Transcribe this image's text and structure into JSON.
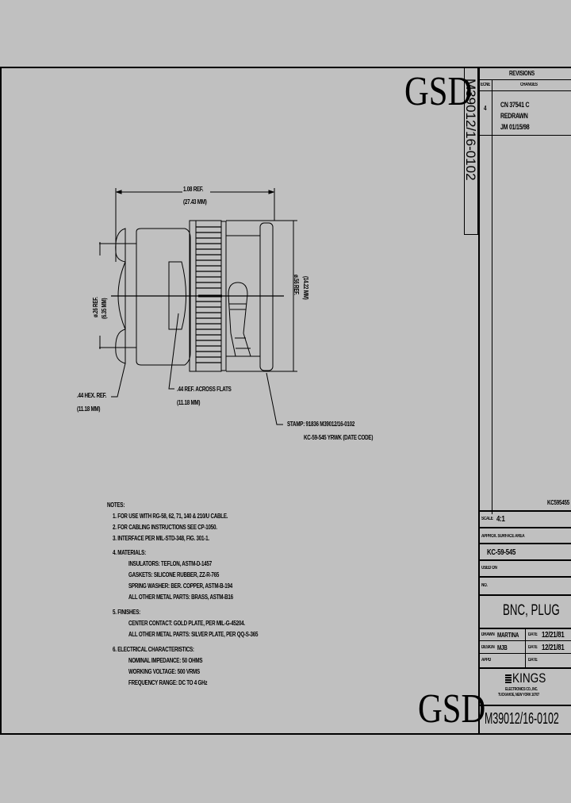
{
  "drawing": {
    "logo_top": "GSD",
    "logo_bottom": "GSD",
    "vertical_part_number": "M39012/16-0102",
    "dimensions": {
      "length_in": "1.08 REF.",
      "length_mm": "(27.43 MM)",
      "dia_small_in": "ø.26 REF.",
      "dia_small_mm": "(6.35 MM)",
      "dia_large_in": "ø.56 REF.",
      "dia_large_mm": "(14.22 MM)",
      "hex_in": ".44 HEX. REF.",
      "hex_mm": "(11.18 MM)",
      "flats_in": ".44 REF. ACROSS FLATS",
      "flats_mm": "(11.18 MM)",
      "stamp_line1": "STAMP: 91836 M39012/16-0102",
      "stamp_line2": "KC-59-545 YRWK (DATE CODE)"
    },
    "notes": {
      "title": "NOTES:",
      "items": [
        "1. FOR USE WITH RG-58, 62, 71, 140 & 210/U CABLE.",
        "2. FOR CABLING INSTRUCTIONS SEE CP-1050.",
        "3. INTERFACE PER MIL-STD-348, FIG. 301-1.",
        "4. MATERIALS:",
        "INSULATORS: TEFLON, ASTM-D-1457",
        "GASKETS: SILICONE RUBBER, ZZ-R-765",
        "SPRING WASHER: BER. COPPER, ASTM-B-194",
        "ALL OTHER METAL PARTS: BRASS, ASTM-B16",
        "5. FINISHES:",
        "CENTER CONTACT: GOLD PLATE, PER MIL-G-45204.",
        "ALL OTHER METAL PARTS: SILVER PLATE, PER QQ-S-365",
        "6. ELECTRICAL CHARACTERISTICS:",
        "NOMINAL IMPEDANCE: 50 OHMS",
        "WORKING VOLTAGE: 500 VRMS",
        "FREQUENCY RANGE: DC TO 4 GHz"
      ]
    }
  },
  "revisions": {
    "title": "REVISIONS",
    "col_rev": "ECNE",
    "col_changes": "CHANGES",
    "rev": "4",
    "lines": [
      "CN 37541 C",
      "REDRAWN",
      "JM 01/15/98"
    ]
  },
  "title_block": {
    "ref_code": "KC595455",
    "scale_label": "SCALE",
    "scale_value": "4:1",
    "surface_label": "APPROX. SURFACE AREA",
    "part_code": "KC-59-545",
    "used_on_label": "USED ON",
    "no_label": "NO.",
    "title": "BNC, PLUG",
    "drawn_label": "DRAWN",
    "drawn_by": "MARTINA",
    "drawn_date_label": "DATE",
    "drawn_date": "12/21/81",
    "design_label": "DESIGN",
    "design_by": "MJB",
    "design_date_label": "DATE",
    "design_date": "12/21/81",
    "appd_label": "APPD",
    "appd_date_label": "DATE",
    "company": "KINGS",
    "company_line1": "ELECTRONICS CO., INC.",
    "company_line2": "TUCKAHOE, NEW YORK 10707",
    "part_number": "M39012/16-0102"
  }
}
